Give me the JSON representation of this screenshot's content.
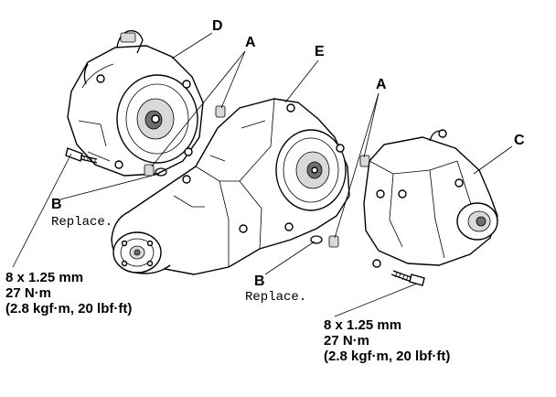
{
  "callouts": {
    "a_left": "A",
    "a_right": "A",
    "b_left": "B",
    "b_right": "B",
    "c": "C",
    "d": "D",
    "e": "E"
  },
  "notes": {
    "replace_left": "Replace.",
    "replace_right": "Replace."
  },
  "torque_left": {
    "size": "8 x 1.25 mm",
    "nm": "27 N·m",
    "alt": "(2.8 kgf·m, 20 lbf·ft)"
  },
  "torque_right": {
    "size": "8 x 1.25 mm",
    "nm": "27 N·m",
    "alt": "(2.8 kgf·m, 20 lbf·ft)"
  },
  "colors": {
    "ink": "#000000",
    "background": "#ffffff"
  }
}
